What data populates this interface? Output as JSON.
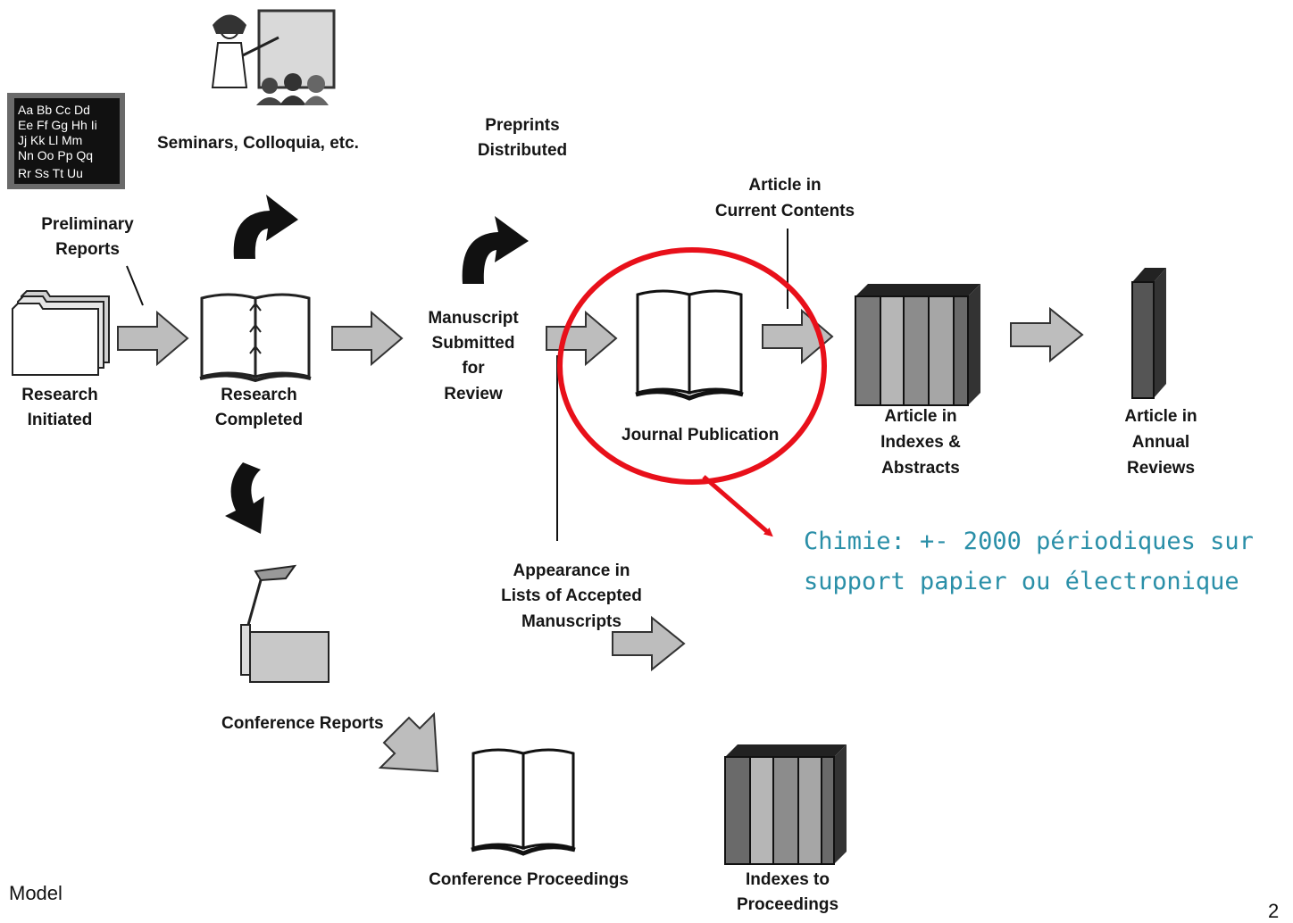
{
  "diagram": {
    "labels": {
      "preliminary_reports": [
        "Preliminary",
        "Reports"
      ],
      "seminars": "Seminars, Colloquia, etc.",
      "research_initiated": [
        "Research",
        "Initiated"
      ],
      "research_completed": [
        "Research",
        "Completed"
      ],
      "preprints": [
        "Preprints",
        "Distributed"
      ],
      "manuscript": [
        "Manuscript",
        "Submitted",
        "for",
        "Review"
      ],
      "current_contents": [
        "Article in",
        "Current Contents"
      ],
      "journal_publication": "Journal Publication",
      "indexes_abstracts": [
        "Article in",
        "Indexes &",
        "Abstracts"
      ],
      "annual_reviews": [
        "Article in",
        "Annual",
        "Reviews"
      ],
      "accepted_manuscripts": [
        "Appearance in",
        "Lists of Accepted",
        "Manuscripts"
      ],
      "conference_reports": "Conference Reports",
      "conference_proceedings": "Conference Proceedings",
      "indexes_proceedings": [
        "Indexes to",
        "Proceedings"
      ]
    },
    "blackboard_text": [
      "Aa Bb Cc Dd",
      "Ee Ff Gg Hh Ii",
      "Jj Kk Ll Mm",
      "Nn Oo Pp Qq",
      "Rr Ss Tt Uu"
    ]
  },
  "annotation": {
    "lines": [
      "Chimie: +- 2000 périodiques sur",
      "support papier ou électronique"
    ],
    "color": "#2a8fa8",
    "highlight_color": "#e8101a"
  },
  "footer": {
    "left": "Model",
    "page_number": "2"
  }
}
